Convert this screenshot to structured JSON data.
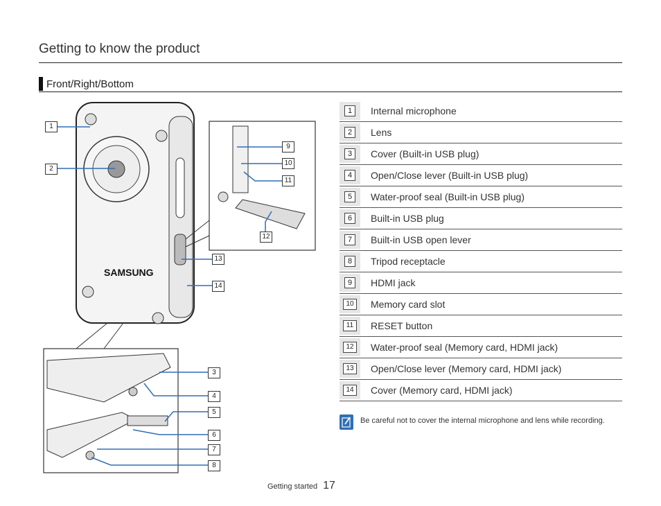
{
  "page": {
    "title": "Getting to know the product",
    "section": "Front/Right/Bottom"
  },
  "parts": [
    {
      "num": "1",
      "label": "Internal microphone"
    },
    {
      "num": "2",
      "label": "Lens"
    },
    {
      "num": "3",
      "label": "Cover (Built-in USB plug)"
    },
    {
      "num": "4",
      "label": "Open/Close lever (Built-in USB plug)"
    },
    {
      "num": "5",
      "label": "Water-proof seal (Built-in USB plug)"
    },
    {
      "num": "6",
      "label": "Built-in USB plug"
    },
    {
      "num": "7",
      "label": "Built-in USB open lever"
    },
    {
      "num": "8",
      "label": "Tripod receptacle"
    },
    {
      "num": "9",
      "label": "HDMI jack"
    },
    {
      "num": "10",
      "label": "Memory card slot"
    },
    {
      "num": "11",
      "label": "RESET button"
    },
    {
      "num": "12",
      "label": "Water-proof seal (Memory card, HDMI jack)"
    },
    {
      "num": "13",
      "label": "Open/Close lever (Memory card, HDMI jack)"
    },
    {
      "num": "14",
      "label": "Cover (Memory card, HDMI jack)"
    }
  ],
  "note": {
    "icon": "note-pencil-icon",
    "text": "Be careful not to cover the internal microphone and lens while recording."
  },
  "illustration": {
    "brand": "SAMSUNG",
    "callouts": [
      "1",
      "2",
      "3",
      "4",
      "5",
      "6",
      "7",
      "8",
      "9",
      "10",
      "11",
      "12",
      "13",
      "14"
    ]
  },
  "footer": {
    "section": "Getting started",
    "page_number": "17"
  },
  "colors": {
    "accent": "#2e6fb6",
    "callout_line": "#2e6fb6",
    "number_bg": "#e6e6e6"
  }
}
